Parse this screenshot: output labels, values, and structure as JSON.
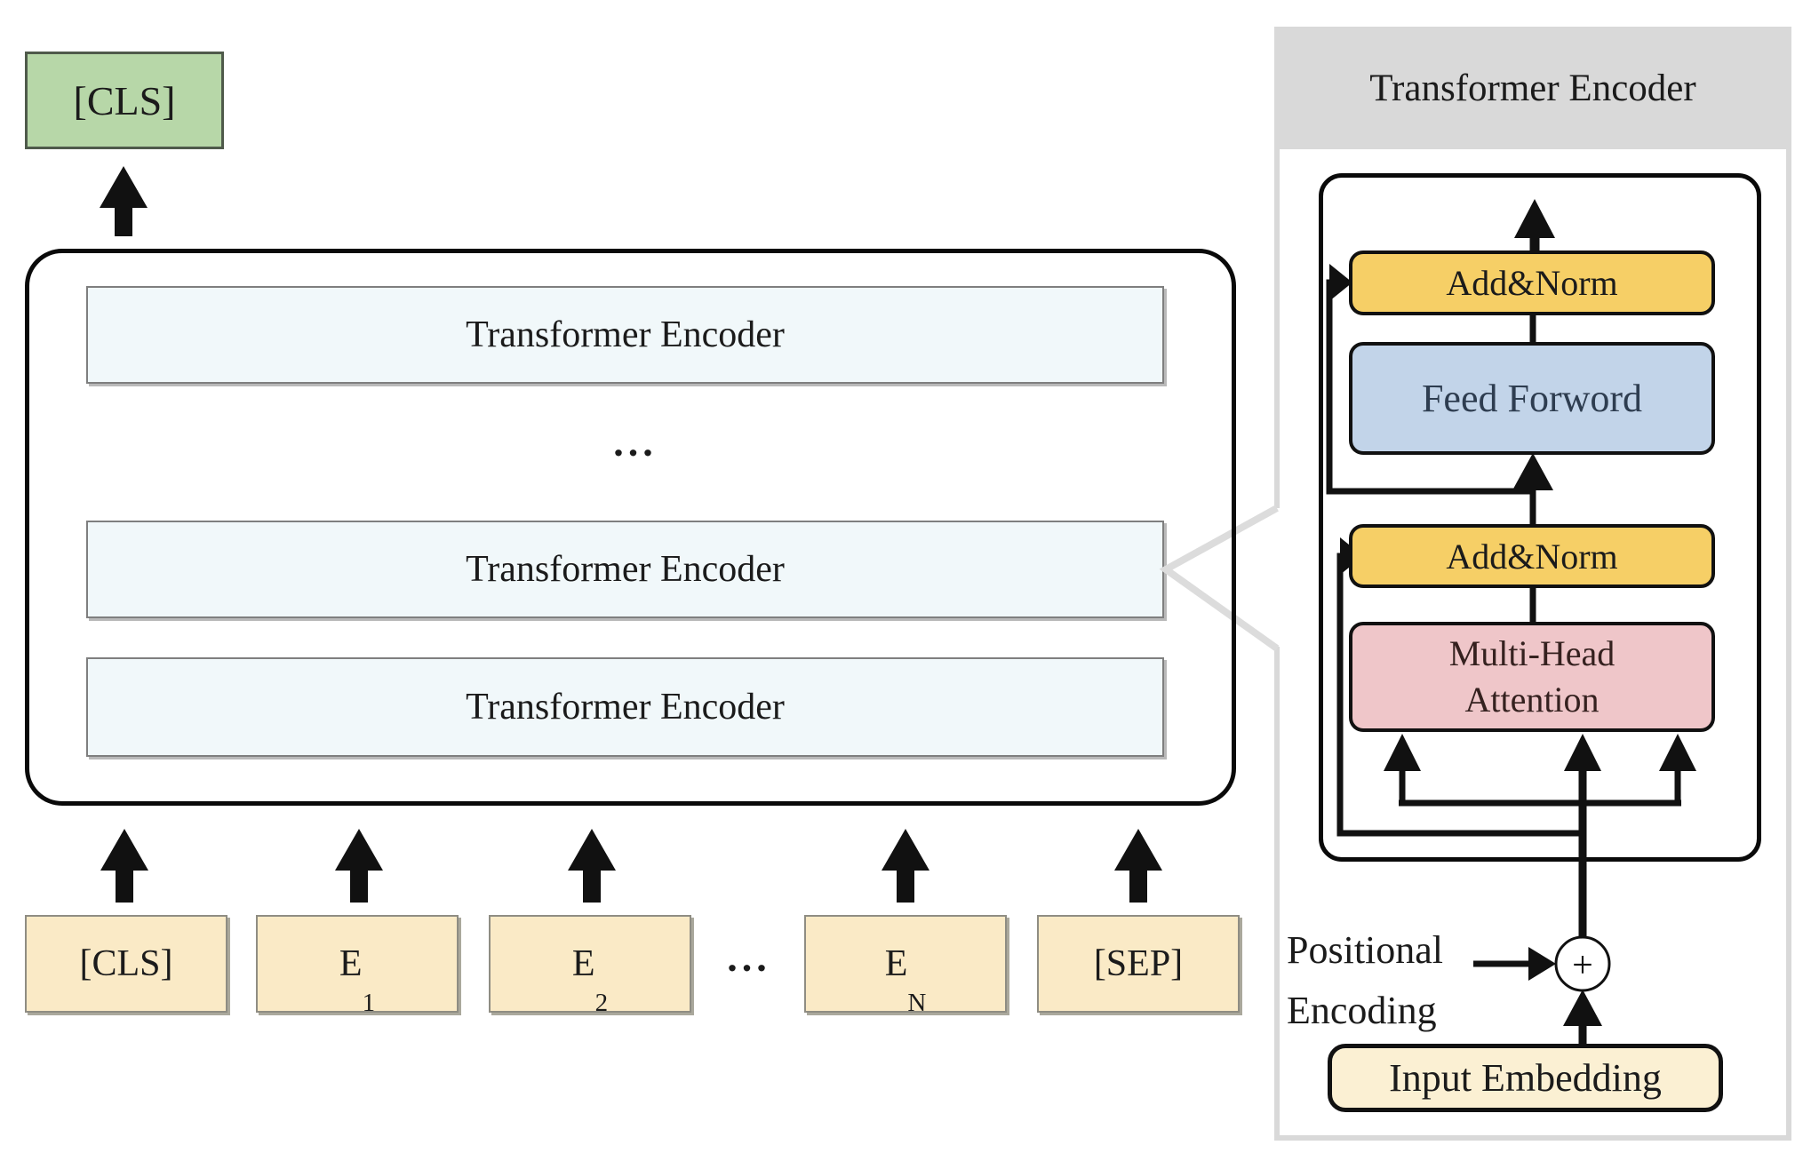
{
  "diagram": {
    "output_token": "[CLS]",
    "encoder_rows": [
      "Transformer Encoder",
      "Transformer Encoder",
      "Transformer Encoder"
    ],
    "stack_ellipsis": "...",
    "tokens_ellipsis": "...",
    "input_tokens": [
      {
        "base": "[CLS]",
        "sub": ""
      },
      {
        "base": "E",
        "sub": "1"
      },
      {
        "base": "E",
        "sub": "2"
      },
      {
        "base": "E",
        "sub": "N"
      },
      {
        "base": "[SEP]",
        "sub": ""
      }
    ],
    "detail_panel": {
      "header": "Transformer Encoder",
      "add_norm_top": "Add&Norm",
      "feed_forward": "Feed Forword",
      "add_norm_bottom": "Add&Norm",
      "multi_head_line1": "Multi-Head",
      "multi_head_line2": "Attention",
      "plus_sign": "+",
      "positional_line1": "Positional",
      "positional_line2": "Encoding",
      "input_embedding": "Input Embedding"
    },
    "colors": {
      "output_token_fill": "#b7d7a8",
      "encoder_row_fill": "#f1f8fa",
      "input_token_fill": "#faeac6",
      "add_norm_fill": "#f6cf66",
      "feed_forward_fill": "#c2d4e9",
      "attention_fill": "#efc6c9",
      "input_embedding_fill": "#fbf0d3",
      "panel_header_fill": "#d9d9d9",
      "lens_line": "#dcdcdc",
      "line_color": "#111111"
    }
  }
}
